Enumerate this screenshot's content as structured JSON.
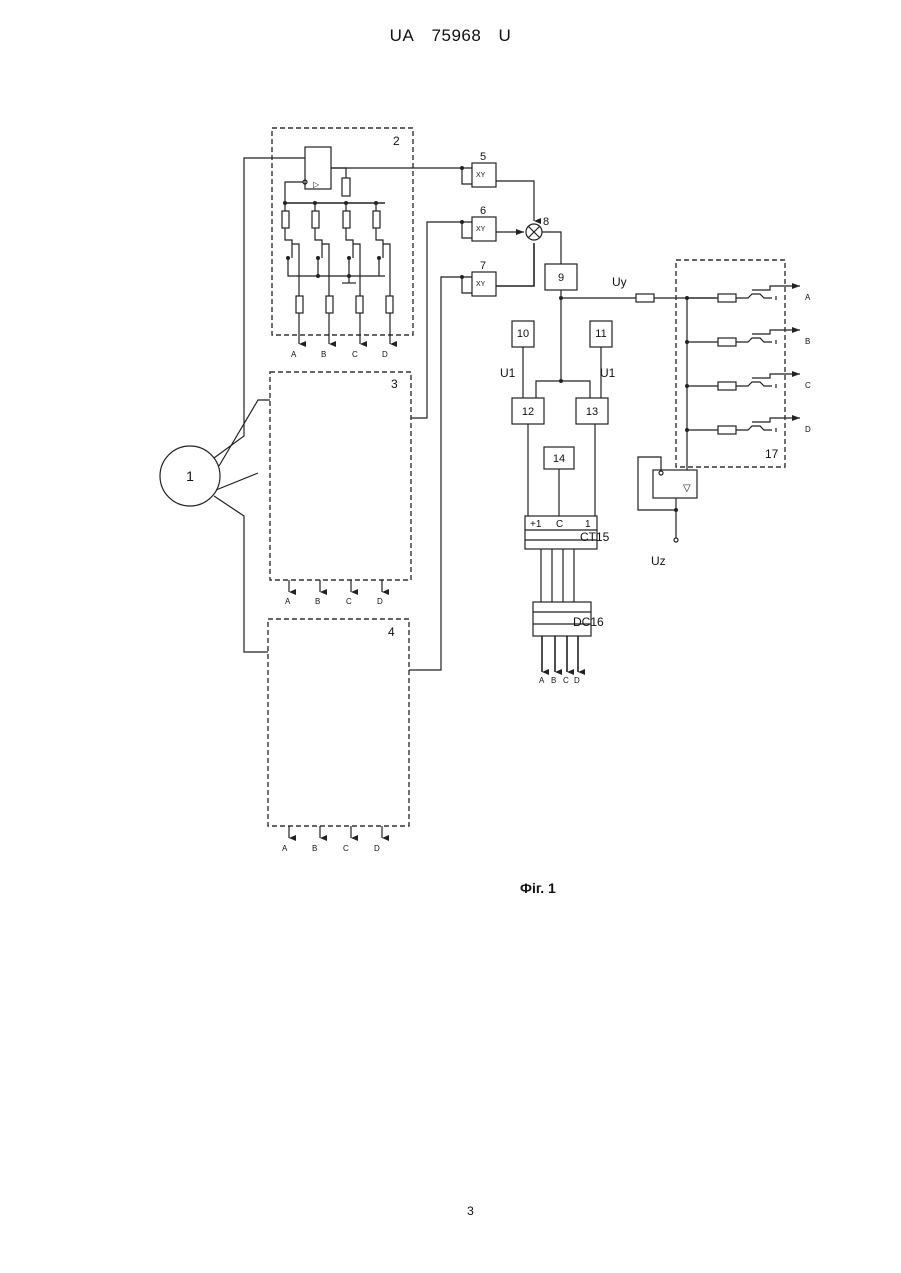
{
  "header": {
    "country": "UA",
    "number": "75968",
    "kind": "U"
  },
  "figure_caption": "Фіг. 1",
  "page_number": "3",
  "blocks": {
    "b1": "1",
    "b2": "2",
    "b3": "3",
    "b4": "4",
    "b5": "5",
    "b6": "6",
    "b7": "7",
    "b8": "8",
    "b9": "9",
    "b10": "10",
    "b11": "11",
    "b12": "12",
    "b13": "13",
    "b14": "14",
    "b15": "CT15",
    "b16": "DC16",
    "b17": "17"
  },
  "multiplier_label": "XY",
  "counter_inputs": {
    "plus1": "+1",
    "c": "C",
    "r": "1"
  },
  "signals": {
    "uy": "Uy",
    "uz": "Uz",
    "u1": "U1"
  },
  "outputs": [
    "A",
    "B",
    "C",
    "D"
  ]
}
